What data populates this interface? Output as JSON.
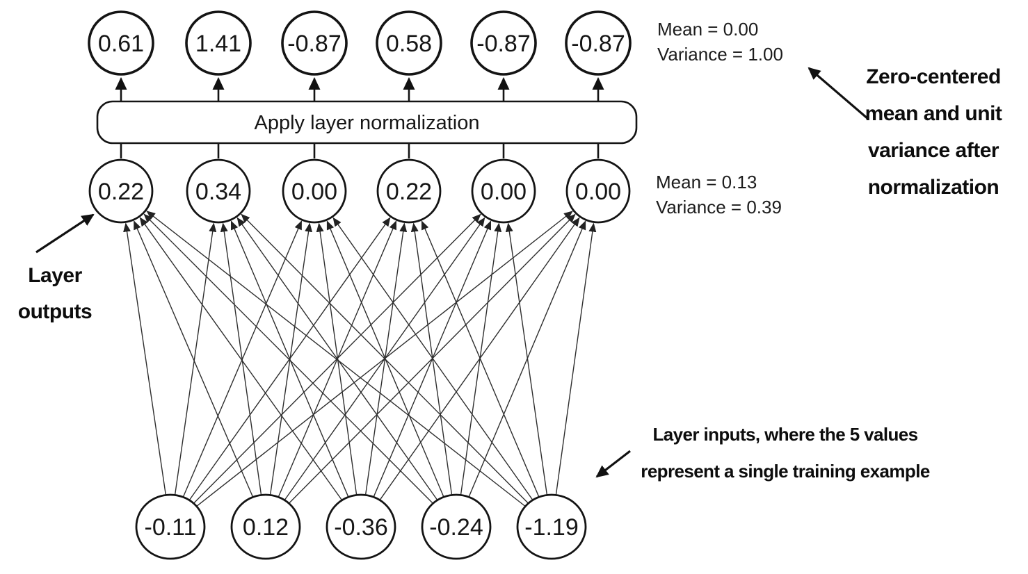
{
  "colors": {
    "background": "#ffffff",
    "ink": "#141414",
    "connection_line": "#2e2e2e"
  },
  "normalization_box": {
    "label": "Apply layer normalization"
  },
  "layers": {
    "output_normalized": {
      "values": [
        "0.61",
        "1.41",
        "-0.87",
        "0.58",
        "-0.87",
        "-0.87"
      ]
    },
    "output_raw": {
      "values": [
        "0.22",
        "0.34",
        "0.00",
        "0.22",
        "0.00",
        "0.00"
      ]
    },
    "input": {
      "values": [
        "-0.11",
        "0.12",
        "-0.36",
        "-0.24",
        "-1.19"
      ]
    }
  },
  "stats": {
    "after_normalization": {
      "mean": "Mean = 0.00",
      "variance": "Variance = 1.00"
    },
    "before_normalization": {
      "mean": "Mean = 0.13",
      "variance": "Variance = 0.39"
    }
  },
  "annotations": {
    "zero_centered": {
      "lines": [
        "Zero-centered",
        "mean and unit",
        "variance after",
        "normalization"
      ]
    },
    "layer_outputs": {
      "lines": [
        "Layer",
        "outputs"
      ]
    },
    "layer_inputs": {
      "lines": [
        "Layer inputs, where the 5 values",
        "represent a single training example"
      ]
    }
  }
}
